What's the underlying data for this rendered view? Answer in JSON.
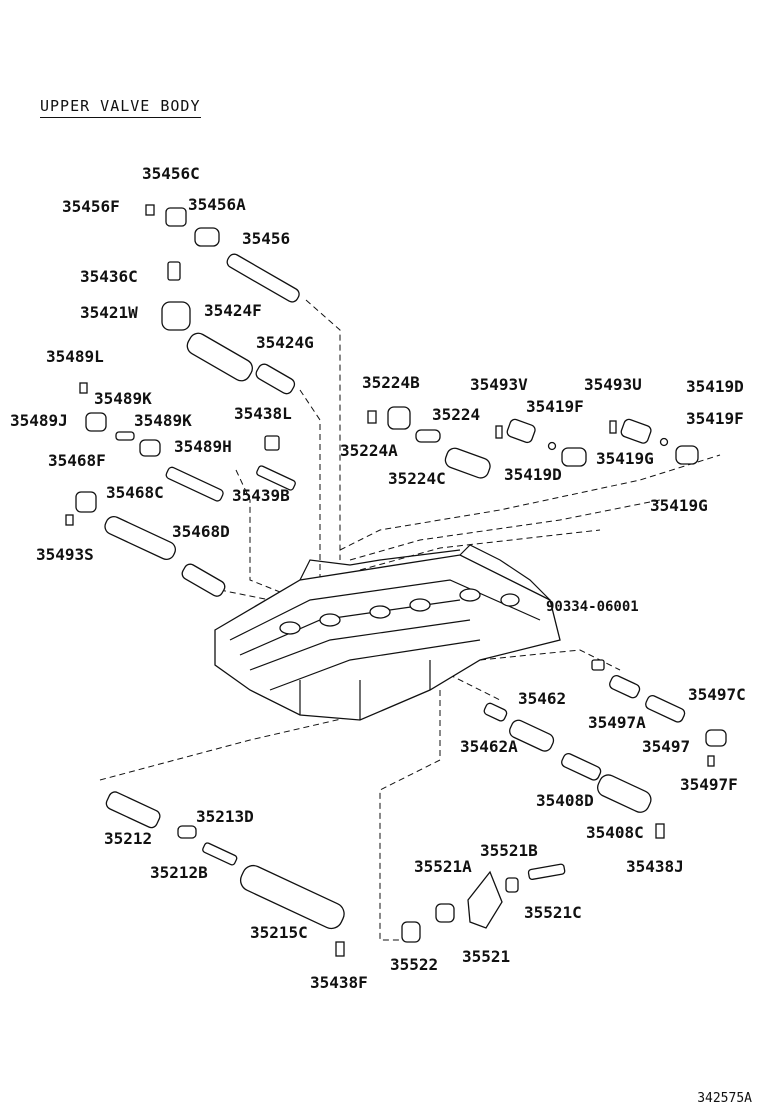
{
  "title": "UPPER VALVE BODY",
  "code": "342575A",
  "labels": [
    "35456C",
    "35456F",
    "35456A",
    "35456",
    "35436C",
    "35421W",
    "35424F",
    "35424G",
    "35489L",
    "35489K",
    "35489J",
    "35489K",
    "35489H",
    "35438L",
    "35439B",
    "35468F",
    "35468C",
    "35468D",
    "35493S",
    "35224B",
    "35224A",
    "35224",
    "35224C",
    "35493V",
    "35419F",
    "35419D",
    "35493U",
    "35419D",
    "35419F",
    "35419G",
    "35419G",
    "90334-06001",
    "35462",
    "35462A",
    "35497C",
    "35497A",
    "35497",
    "35497F",
    "35408D",
    "35408C",
    "35438J",
    "35212",
    "35213D",
    "35212B",
    "35215C",
    "35438F",
    "35521B",
    "35521A",
    "35521C",
    "35522",
    "35521"
  ]
}
